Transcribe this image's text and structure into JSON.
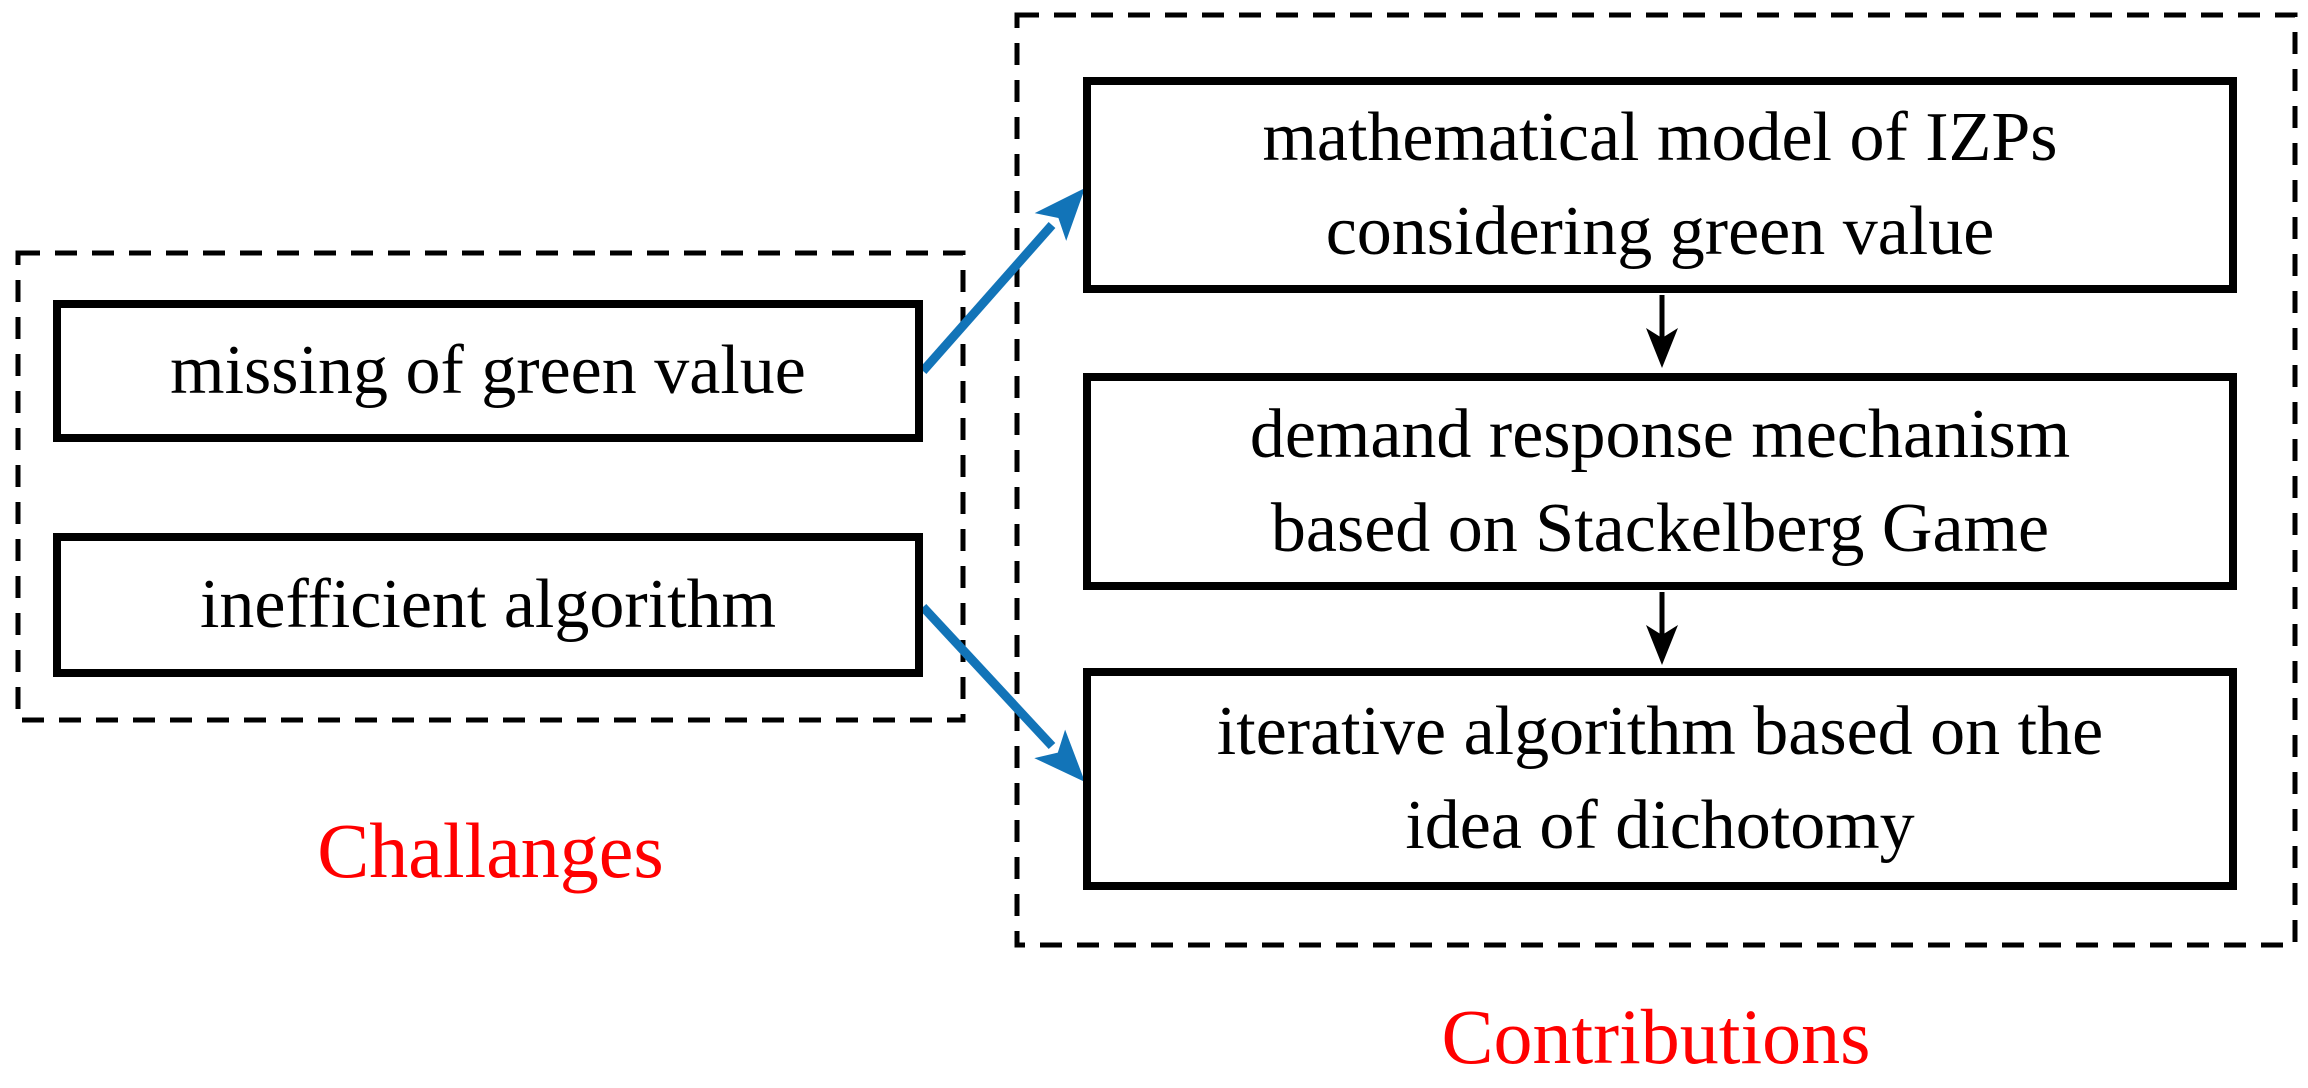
{
  "left_panel": {
    "label": "Challanges",
    "boxes": [
      {
        "text": "missing of green value"
      },
      {
        "text": "inefficient algorithm"
      }
    ]
  },
  "right_panel": {
    "label": "Contributions",
    "boxes": [
      {
        "line1": "mathematical model of IZPs",
        "line2": "considering green value"
      },
      {
        "line1": "demand response mechanism",
        "line2": "based on Stackelberg Game"
      },
      {
        "line1": "iterative algorithm based on the",
        "line2": "idea of dichotomy"
      }
    ]
  },
  "colors": {
    "label_red": "#FF0000",
    "arrow_blue": "#1274B8",
    "line_black": "#000000",
    "bg": "#FFFFFF"
  }
}
